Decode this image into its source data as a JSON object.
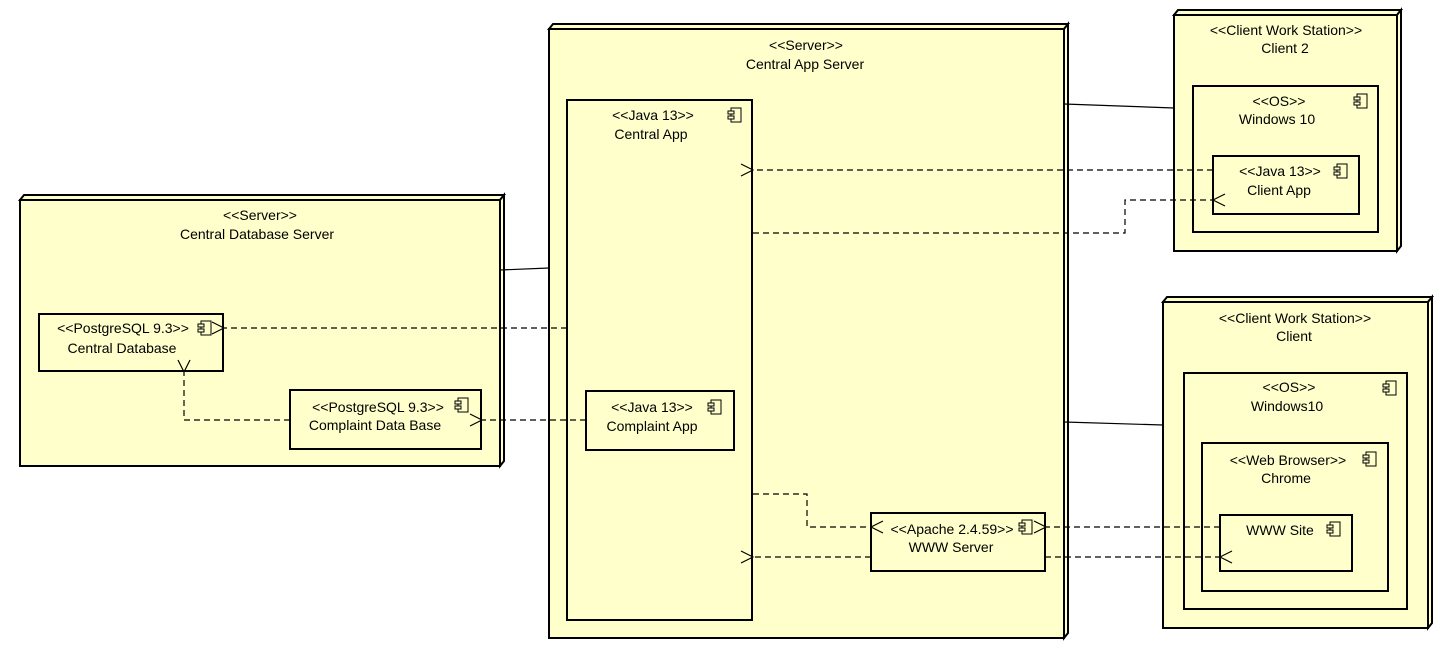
{
  "colors": {
    "fill": "#ffffcc",
    "stroke": "#000000",
    "background": "#ffffff"
  },
  "nodes": {
    "db_server": {
      "stereotype": "<<Server>>",
      "name": "Central Database Server"
    },
    "app_server": {
      "stereotype": "<<Server>>",
      "name": "Central App Server"
    },
    "client2": {
      "stereotype": "<<Client Work Station>>",
      "name": "Client 2"
    },
    "client": {
      "stereotype": "<<Client Work Station>>",
      "name": "Client"
    }
  },
  "components": {
    "central_db": {
      "stereotype": "<<PostgreSQL 9.3>>",
      "name": "Central Database"
    },
    "complaint_db": {
      "stereotype": "<<PostgreSQL 9.3>>",
      "name": "Complaint Data Base"
    },
    "central_app": {
      "stereotype": "<<Java 13>>",
      "name": "Central App"
    },
    "complaint_app": {
      "stereotype": "<<Java 13>>",
      "name": "Complaint App"
    },
    "www_server": {
      "stereotype": "<<Apache 2.4.59>>",
      "name": "WWW Server"
    },
    "os_client2": {
      "stereotype": "<<OS>>",
      "name": "Windows 10"
    },
    "client_app": {
      "stereotype": "<<Java 13>>",
      "name": "Client App"
    },
    "os_client": {
      "stereotype": "<<OS>>",
      "name": "Windows10"
    },
    "browser": {
      "stereotype": "<<Web Browser>>",
      "name": "Chrome"
    },
    "www_site": {
      "name": "WWW Site"
    }
  }
}
